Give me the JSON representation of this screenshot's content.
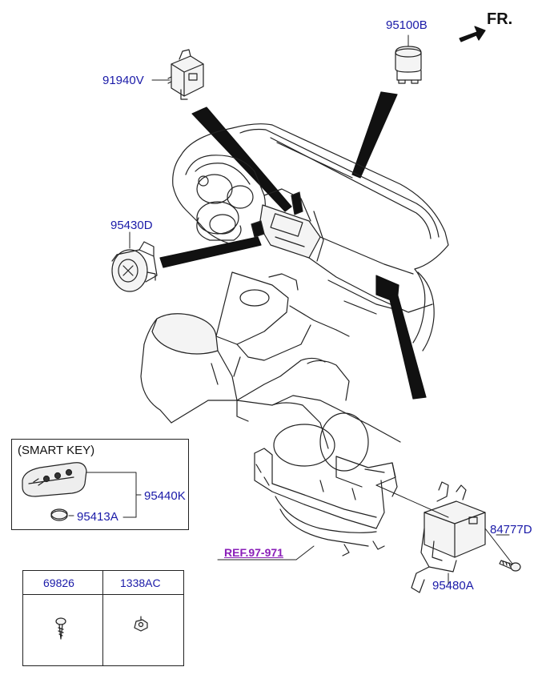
{
  "orientation_label": "FR.",
  "parts": {
    "p95100B": "95100B",
    "p91940V": "91940V",
    "p95430D": "95430D",
    "p95440K": "95440K",
    "p95413A": "95413A",
    "p84777D": "84777D",
    "p95480A": "95480A"
  },
  "reference": "REF.97-971",
  "smart_key_box": {
    "title": "(SMART KEY)"
  },
  "fastener_table": {
    "columns": [
      "69826",
      "1338AC"
    ]
  },
  "colors": {
    "part_label": "#1a1aa8",
    "reference_label": "#8a1fb8",
    "line": "#111111"
  }
}
